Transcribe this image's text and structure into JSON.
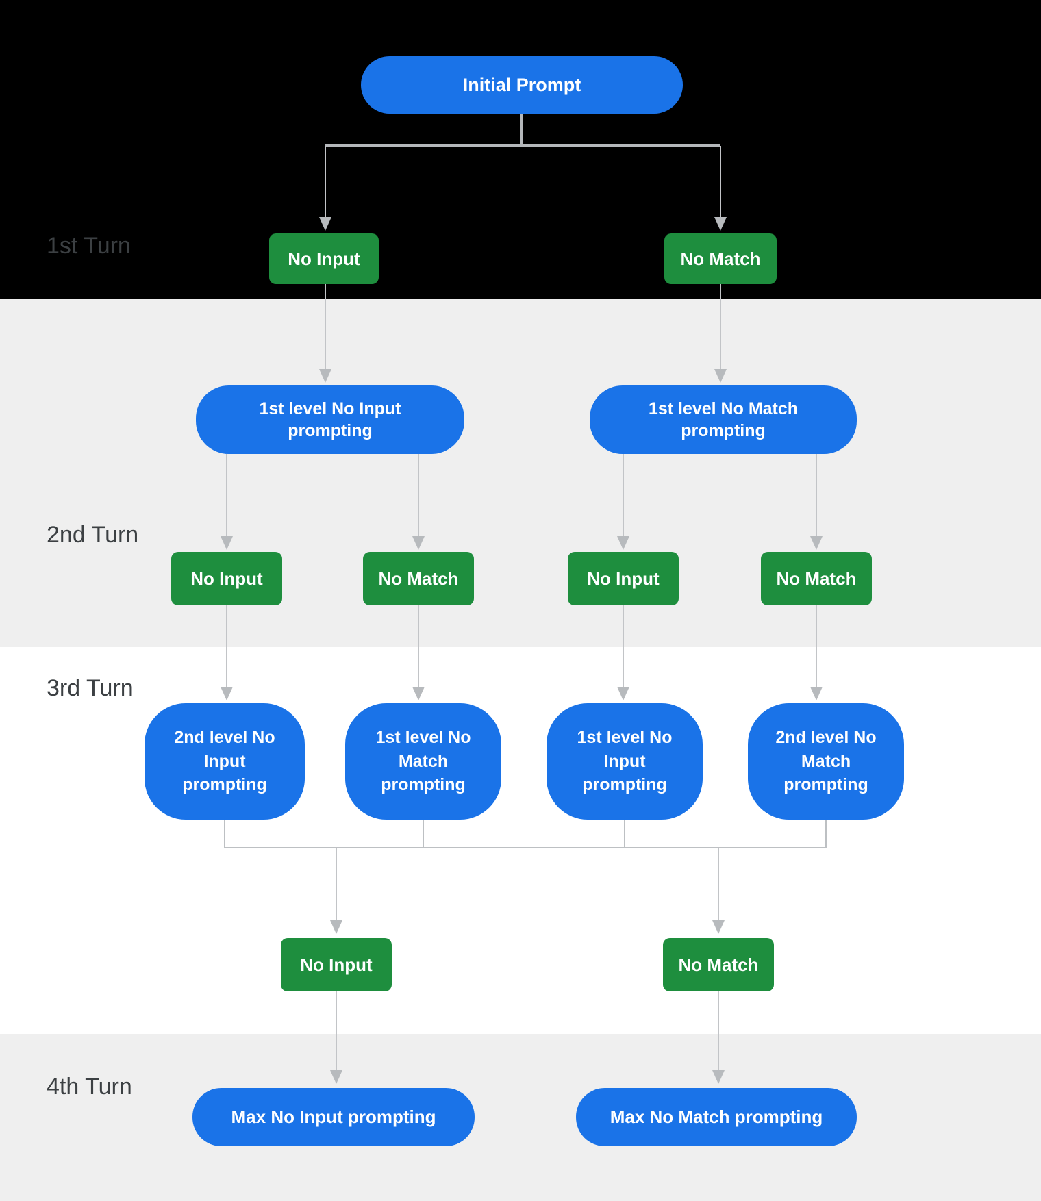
{
  "turn_labels": {
    "t1": "1st Turn",
    "t2": "2nd Turn",
    "t3": "3rd Turn",
    "t4": "4th Turn"
  },
  "nodes": {
    "initial_prompt": "Initial Prompt",
    "t1_no_input": "No Input",
    "t1_no_match": "No Match",
    "t2_no_input_prompting": "1st level No Input\nprompting",
    "t2_no_match_prompting": "1st level No Match\nprompting",
    "t2_no_input_a": "No Input",
    "t2_no_match_a": "No Match",
    "t2_no_input_b": "No Input",
    "t2_no_match_b": "No Match",
    "t3_no_input_2nd_level": "2nd level No\nInput\nprompting",
    "t3_no_match_1st_level": "1st level No\nMatch\nprompting",
    "t3_no_input_1st_level": "1st level No\nInput\nprompting",
    "t3_no_match_2nd_level": "2nd level No\nMatch\nprompting",
    "t3_no_input": "No Input",
    "t3_no_match": "No Match",
    "t4_max_no_input": "Max No Input prompting",
    "t4_max_no_match": "Max No Match prompting"
  },
  "colors": {
    "node_blue": "#1A73E8",
    "node_green": "#1E8E3E",
    "connector_gray": "#BDC0C3",
    "turn_label_text": "#3C4043",
    "section_dark": "#000000",
    "section_gray": "#EFEFEF",
    "section_white": "#FFFFFF",
    "node_text": "#FFFFFF"
  }
}
